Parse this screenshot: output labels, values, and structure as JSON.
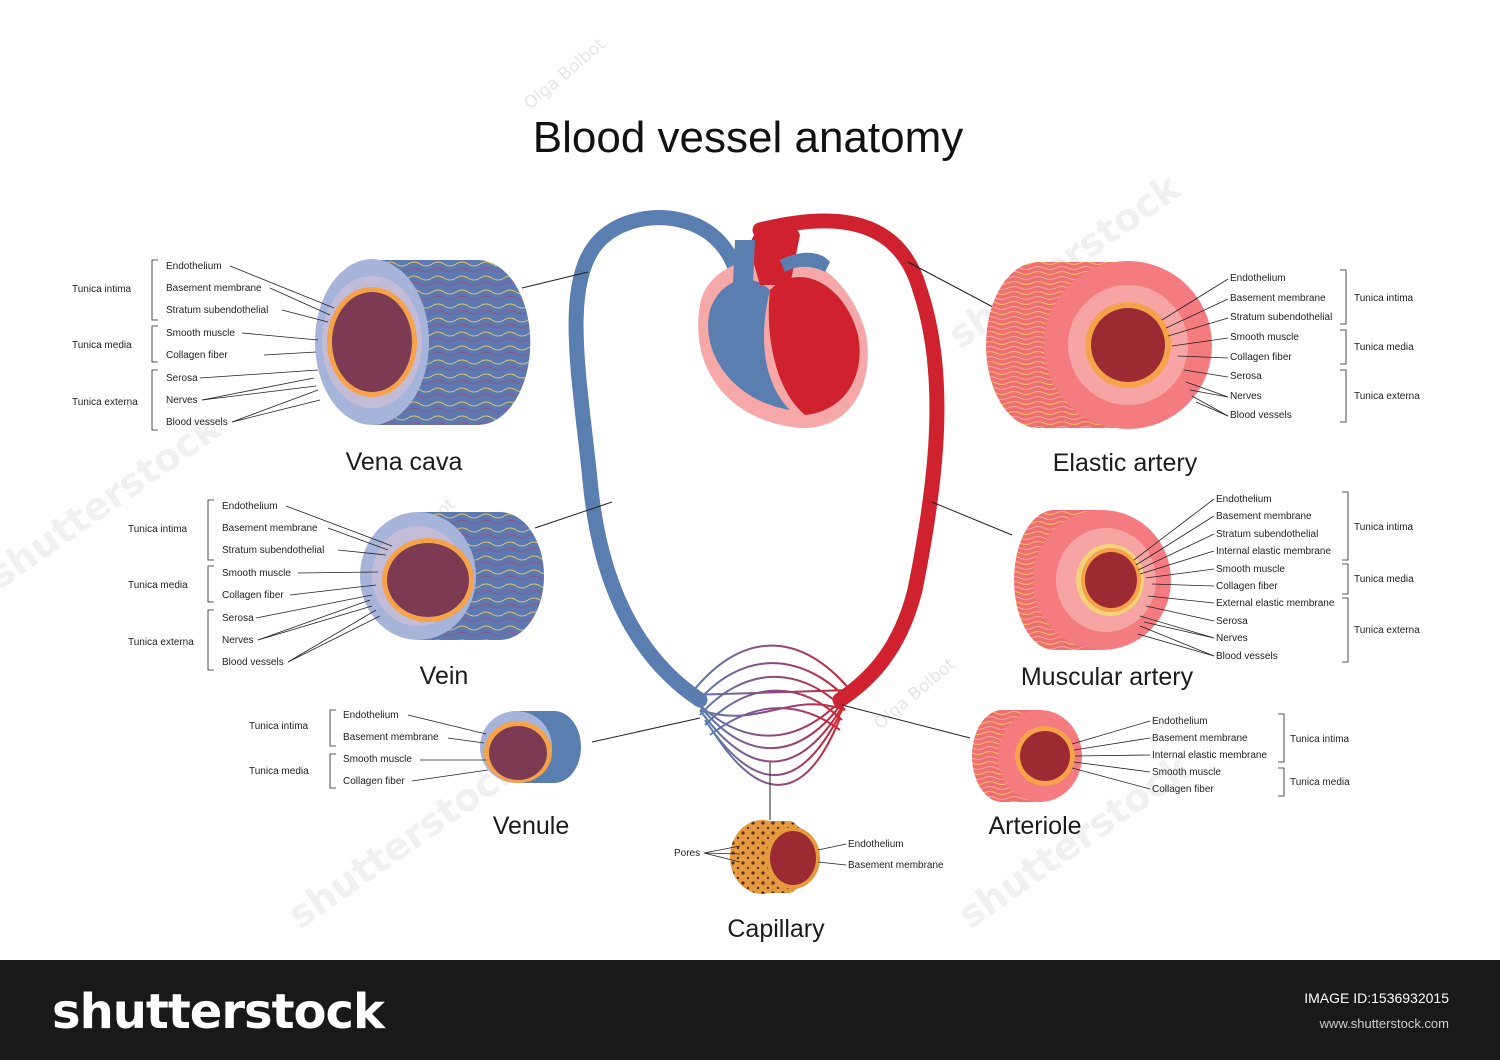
{
  "title": "Blood vessel anatomy",
  "colors": {
    "vein_blue": "#5a7eb0",
    "artery_red": "#d0212f",
    "lumen_dark": "#7c3b53",
    "lumen_red": "#9b2a33",
    "intima_orange": "#f5a24a"
  },
  "vessels": {
    "vena_cava": {
      "name": "Vena cava",
      "labels": [
        "Endothelium",
        "Basement membrane",
        "Stratum subendothelial",
        "Smooth muscle",
        "Collagen fiber",
        "Serosa",
        "Nerves",
        "Blood vessels"
      ],
      "groups": [
        "Tunica intima",
        "Tunica media",
        "Tunica externa"
      ]
    },
    "vein": {
      "name": "Vein",
      "labels": [
        "Endothelium",
        "Basement membrane",
        "Stratum subendothelial",
        "Smooth muscle",
        "Collagen fiber",
        "Serosa",
        "Nerves",
        "Blood vessels"
      ],
      "groups": [
        "Tunica intima",
        "Tunica media",
        "Tunica externa"
      ]
    },
    "venule": {
      "name": "Venule",
      "labels": [
        "Endothelium",
        "Basement membrane",
        "Smooth muscle",
        "Collagen fiber"
      ],
      "groups": [
        "Tunica intima",
        "Tunica media"
      ]
    },
    "capillary": {
      "name": "Capillary",
      "labels": [
        "Endothelium",
        "Basement membrane"
      ],
      "pores": "Pores"
    },
    "elastic_artery": {
      "name": "Elastic artery",
      "labels": [
        "Endothelium",
        "Basement membrane",
        "Stratum subendothelial",
        "Smooth muscle",
        "Collagen fiber",
        "Serosa",
        "Nerves",
        "Blood vessels"
      ],
      "groups": [
        "Tunica intima",
        "Tunica media",
        "Tunica externa"
      ]
    },
    "muscular_artery": {
      "name": "Muscular artery",
      "labels": [
        "Endothelium",
        "Basement membrane",
        "Stratum subendothelial",
        "Internal elastic membrane",
        "Smooth muscle",
        "Collagen fiber",
        "External elastic membrane",
        "Serosa",
        "Nerves",
        "Blood vessels"
      ],
      "groups": [
        "Tunica intima",
        "Tunica media",
        "Tunica externa"
      ]
    },
    "arteriole": {
      "name": "Arteriole",
      "labels": [
        "Endothelium",
        "Basement membrane",
        "Internal elastic membrane",
        "Smooth muscle",
        "Collagen fiber"
      ],
      "groups": [
        "Tunica intima",
        "Tunica media"
      ]
    }
  },
  "watermark": {
    "brand": "shutterstock",
    "author": "Olga Bolbot"
  },
  "footer": {
    "logo": "shutterstock",
    "image_id_label": "IMAGE ID:",
    "image_id": "1536932015",
    "url": "www.shutterstock.com"
  }
}
